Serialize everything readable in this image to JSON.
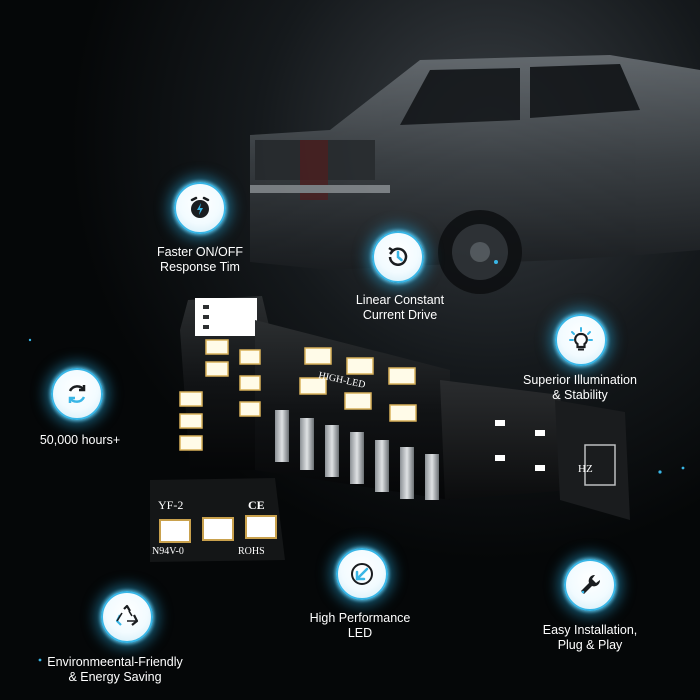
{
  "features": [
    {
      "id": "faster",
      "icon": "alarm-clock-bolt-icon",
      "line1": "Faster ON/OFF",
      "line2": "Response Tim"
    },
    {
      "id": "linear",
      "icon": "clock-refresh-icon",
      "line1": "Linear Constant",
      "line2": "Current Drive"
    },
    {
      "id": "superior",
      "icon": "lightbulb-icon",
      "line1": "Superior Illumination",
      "line2": "& Stability"
    },
    {
      "id": "hours",
      "icon": "cycle-arrows-icon",
      "line1": "50,000 hours+",
      "line2": ""
    },
    {
      "id": "performance",
      "icon": "arrow-down-left-icon",
      "line1": "High Performance",
      "line2": "LED"
    },
    {
      "id": "installation",
      "icon": "wrench-icon",
      "line1": "Easy Installation,",
      "line2": "Plug & Play"
    },
    {
      "id": "eco",
      "icon": "recycle-icon",
      "line1": "Environmeental-Friendly",
      "line2": "& Energy Saving"
    }
  ],
  "bulb": {
    "front_marks": [
      "YF-2",
      "CE",
      "N94V-0",
      "ROHS"
    ],
    "side_mark": "HIGH-LED",
    "base_mark": "HZ"
  },
  "colors": {
    "accent": "#39b6e6",
    "background": "#050708"
  }
}
